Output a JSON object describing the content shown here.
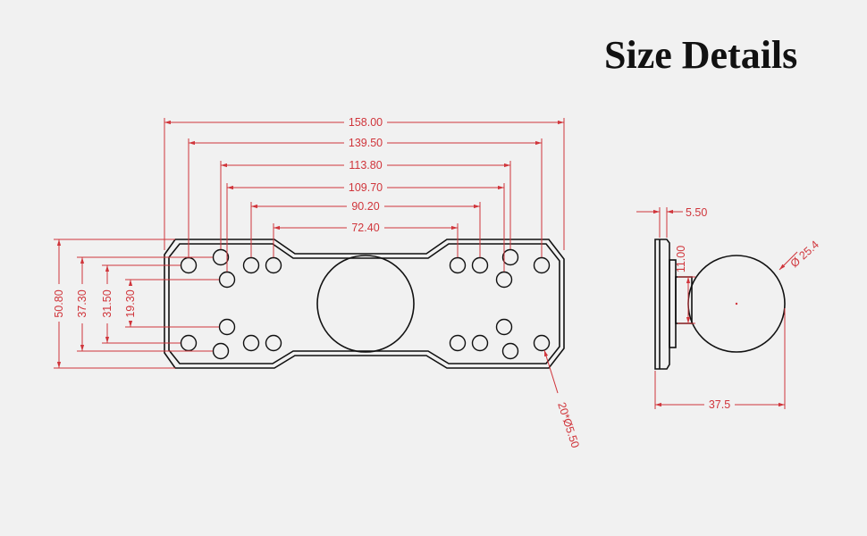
{
  "title": "Size Details",
  "dimensions": {
    "d158": "158.00",
    "d139": "139.50",
    "d113": "113.80",
    "d109": "109.70",
    "d90": "90.20",
    "d72": "72.40",
    "v50": "50.80",
    "v37": "37.30",
    "v31": "31.50",
    "v19": "19.30",
    "holes": "20*Ø5.50",
    "t550": "5.50",
    "h1100": "11.00",
    "ball": "Ø 25.4",
    "w375": "37.5"
  },
  "colors": {
    "dimension": "#d0353b",
    "outline": "#111111",
    "background": "#f1f1f1"
  }
}
